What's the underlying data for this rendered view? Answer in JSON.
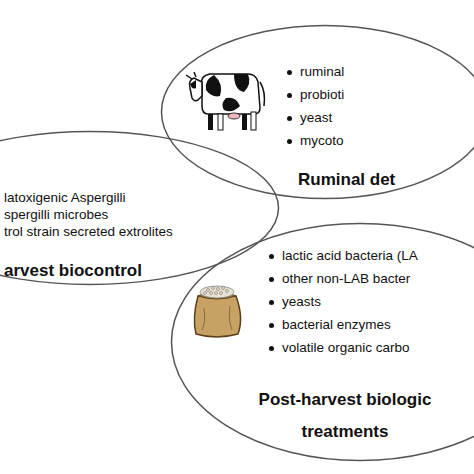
{
  "diagram": {
    "nodes": [
      {
        "text": [
          "latoxigenic Aspergilli",
          "spergilli microbes",
          "trol strain secreted extrolites",
          "arvest biocontrol"
        ]
      },
      {
        "text": [
          "ruminal",
          "probioti",
          "yeast",
          "mycoto",
          "Ruminal det"
        ]
      },
      {
        "text": [
          "lactic acid bacteria (LA",
          "other non-LAB bacter",
          "yeasts",
          "bacterial enzymes",
          "volatile organic carbo",
          "Post-harvest biologic treatments"
        ]
      }
    ]
  }
}
